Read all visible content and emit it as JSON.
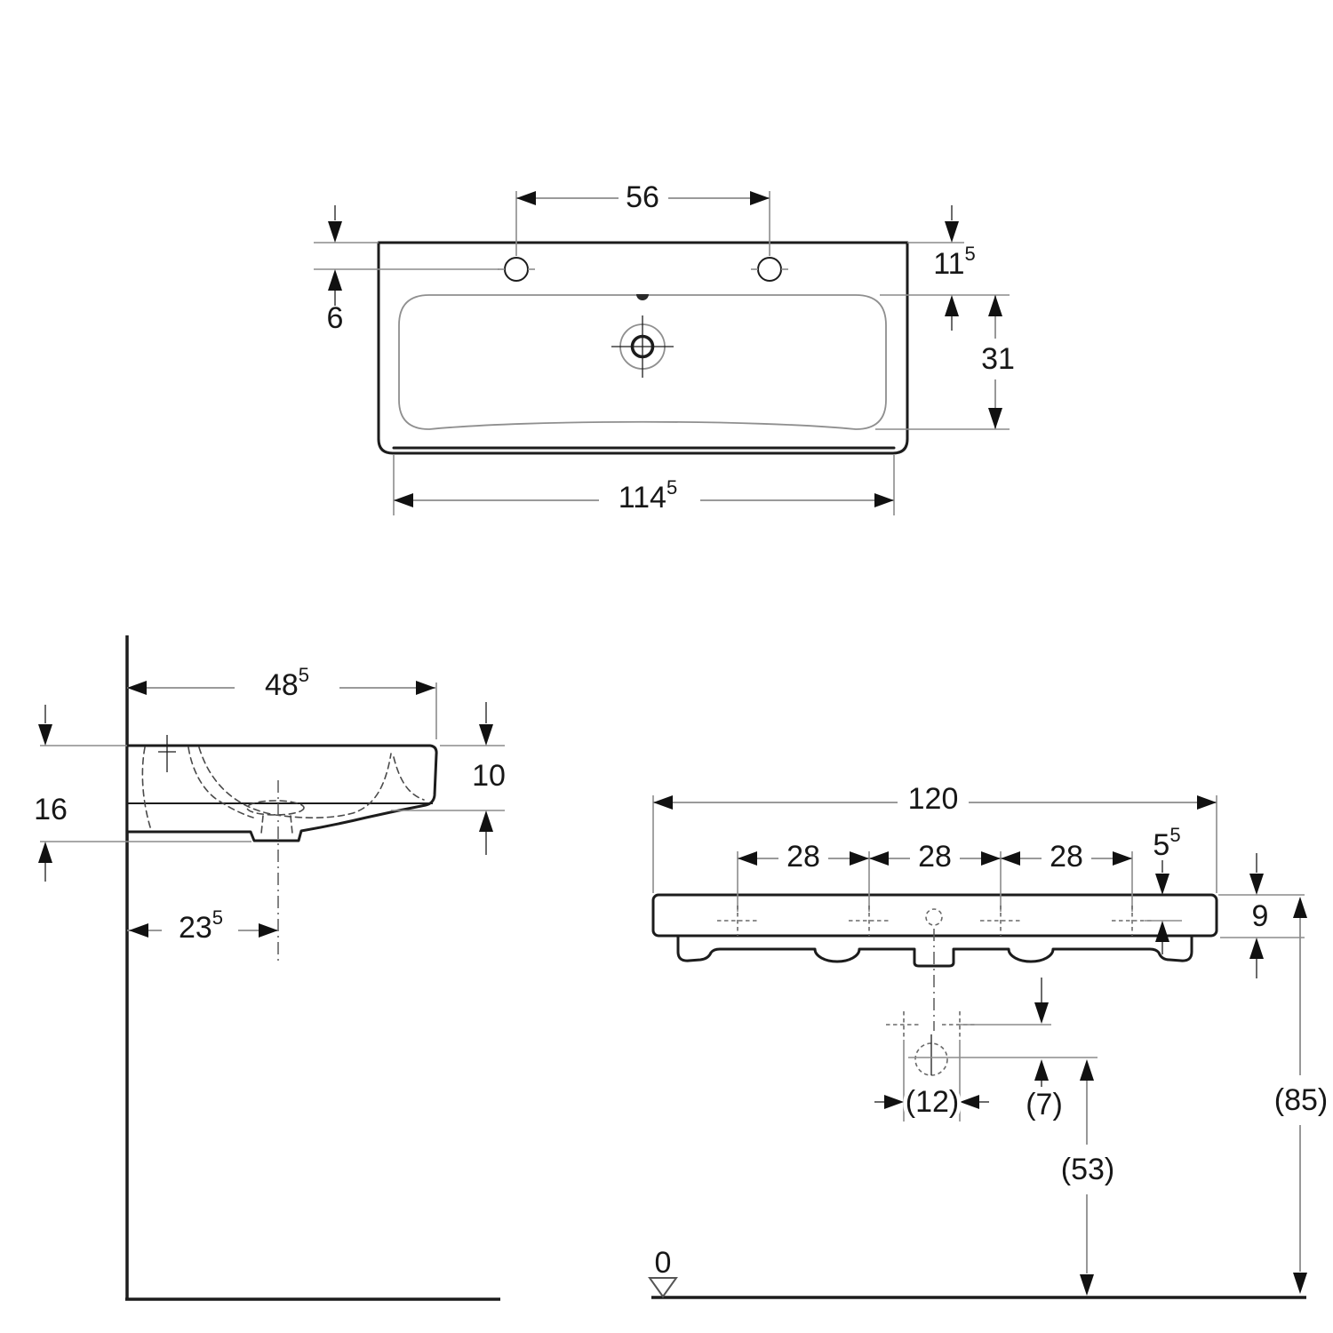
{
  "meta": {
    "description": "Washbasin technical dimension drawing, three orthographic views",
    "units": "cm",
    "colors": {
      "line": "#1c1c1c",
      "dimension": "#8c8c8c",
      "background": "#ffffff"
    }
  },
  "top_view": {
    "dims": {
      "tap_hole_spacing": {
        "value": "56"
      },
      "rear_edge_to_tap": {
        "value": "6"
      },
      "rear_edge_to_basin": {
        "value": "11",
        "sup": "5"
      },
      "basin_inner_depth": {
        "value": "31"
      },
      "front_lower_width": {
        "value": "114",
        "sup": "5"
      }
    }
  },
  "side_view": {
    "dims": {
      "total_depth": {
        "value": "48",
        "sup": "5"
      },
      "height_at_wall": {
        "value": "16"
      },
      "front_edge_height": {
        "value": "10"
      },
      "drain_axis_from_wall": {
        "value": "23",
        "sup": "5"
      }
    }
  },
  "front_view": {
    "dims": {
      "total_width": {
        "value": "120"
      },
      "hole_spacing": [
        "28",
        "28",
        "28"
      ],
      "top_to_hole_axis": {
        "value": "5",
        "sup": "5"
      },
      "body_height": {
        "value": "9"
      },
      "bracket_spacing": {
        "value": "(12)"
      },
      "hole_axis_drop": {
        "value": "(7)"
      },
      "drain_axis_height": {
        "value": "(53)"
      },
      "rim_height": {
        "value": "(85)"
      },
      "floor_datum": {
        "value": "0"
      }
    }
  }
}
